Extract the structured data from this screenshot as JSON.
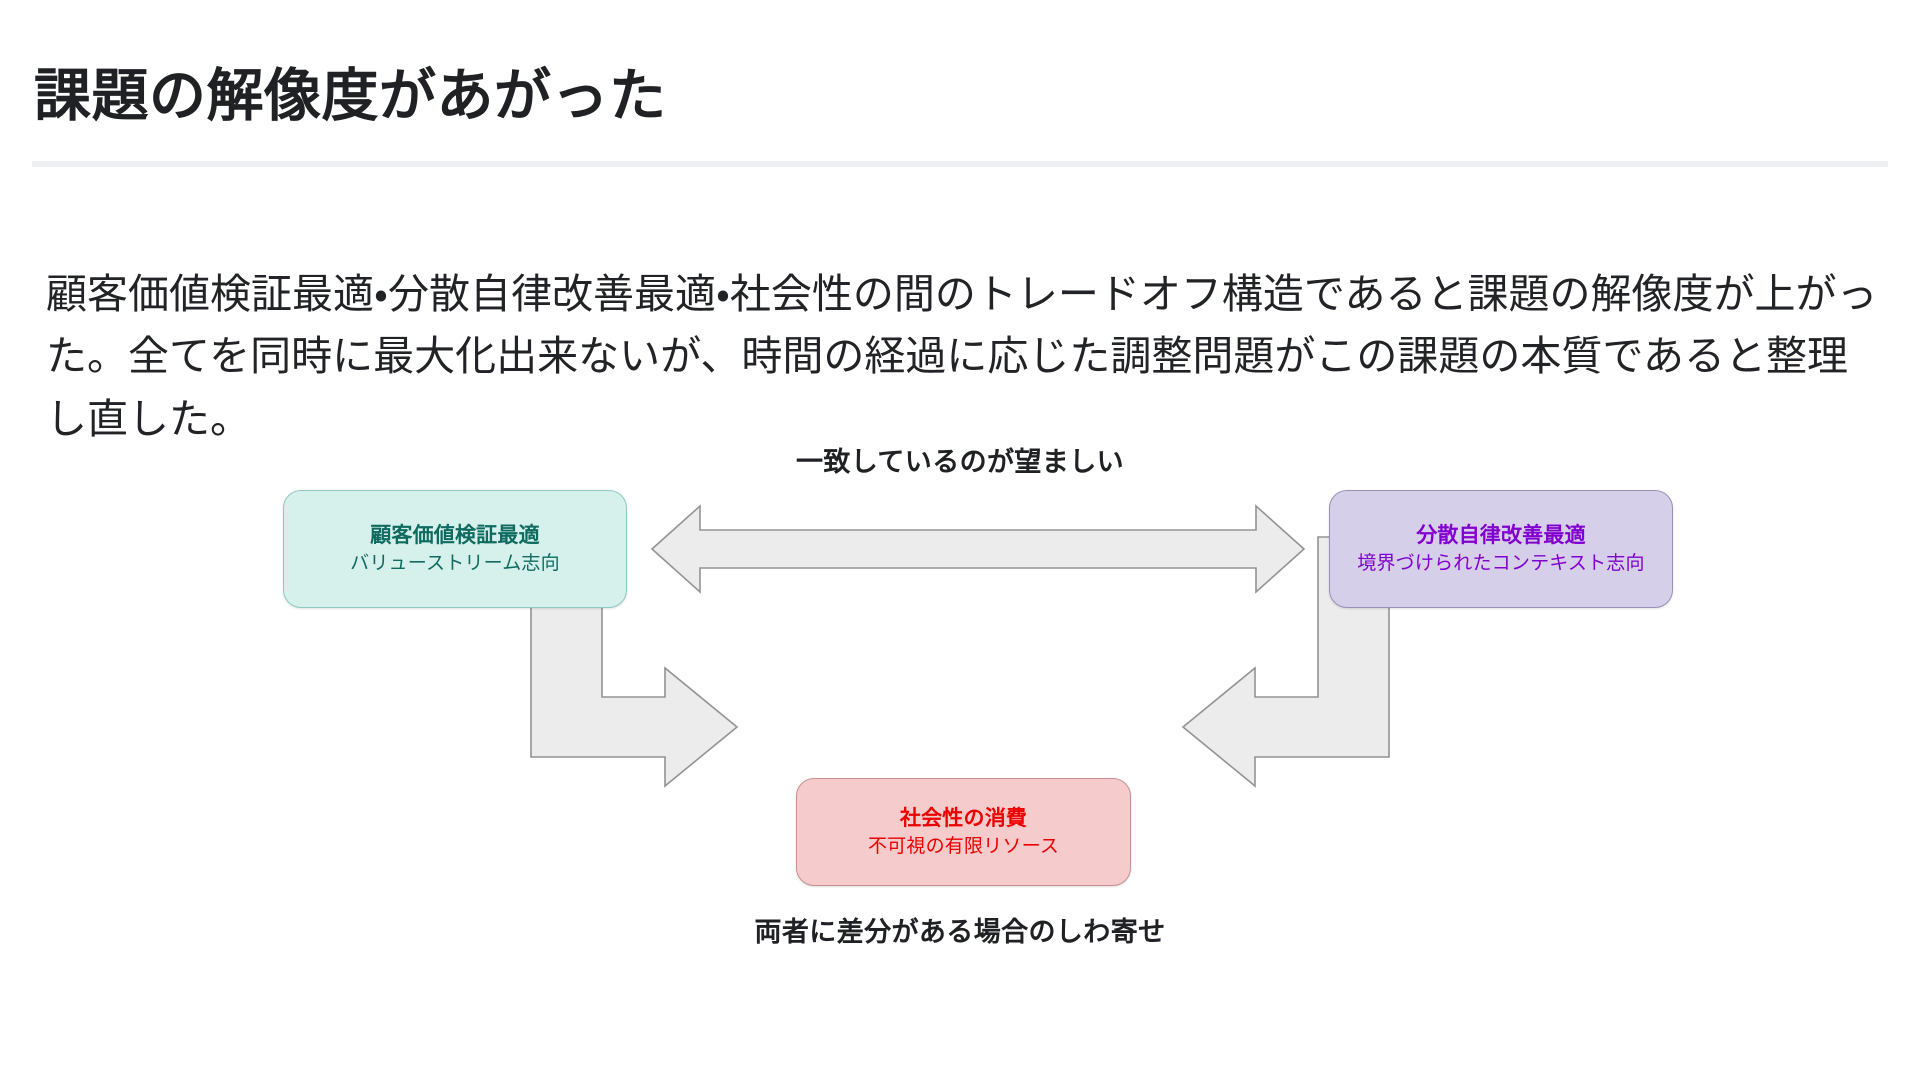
{
  "slide": {
    "title": "課題の解像度があがった",
    "body": "顧客価値検証最適・分散自律改善最適・社会性の間のトレードオフ構造であると課題の解像度が上がった。全てを同時に最大化出来ないが、時間の経過に応じた調整問題がこの課題の本質であると整理し直した。"
  },
  "diagram": {
    "caption_top": "一致しているのが望ましい",
    "caption_bottom": "両者に差分がある場合のしわ寄せ",
    "nodes": [
      {
        "id": "customer-value",
        "title": "顧客価値検証最適",
        "subtitle": "バリューストリーム志向",
        "fill": "#d6f0ec",
        "border": "#8fc9c2",
        "text_color": "#0f6b5f"
      },
      {
        "id": "distributed-autonomy",
        "title": "分散自律改善最適",
        "subtitle": "境界づけられたコンテキスト志向",
        "fill": "#d6cfe9",
        "border": "#9a8fba",
        "text_color": "#8200cf"
      },
      {
        "id": "sociality-consumption",
        "title": "社会性の消費",
        "subtitle": "不可視の有限リソース",
        "fill": "#f5cbcb",
        "border": "#c98f8f",
        "text_color": "#ec0000"
      }
    ],
    "arrows": [
      {
        "id": "bidirectional-arrow",
        "kind": "double-headed-horizontal",
        "from": "customer-value",
        "to": "distributed-autonomy",
        "label": "一致しているのが望ましい",
        "fill": "#ececec",
        "stroke": "#939393"
      },
      {
        "id": "left-elbow-arrow",
        "kind": "elbow-down-right",
        "from": "customer-value",
        "to": "sociality-consumption",
        "fill": "#ececec",
        "stroke": "#939393"
      },
      {
        "id": "right-elbow-arrow",
        "kind": "elbow-down-left",
        "from": "distributed-autonomy",
        "to": "sociality-consumption",
        "fill": "#ececec",
        "stroke": "#939393"
      }
    ]
  },
  "theme": {
    "background": "#ffffff",
    "title_color": "#202124",
    "body_color": "#222326",
    "divider_color": "#eff0f4"
  }
}
